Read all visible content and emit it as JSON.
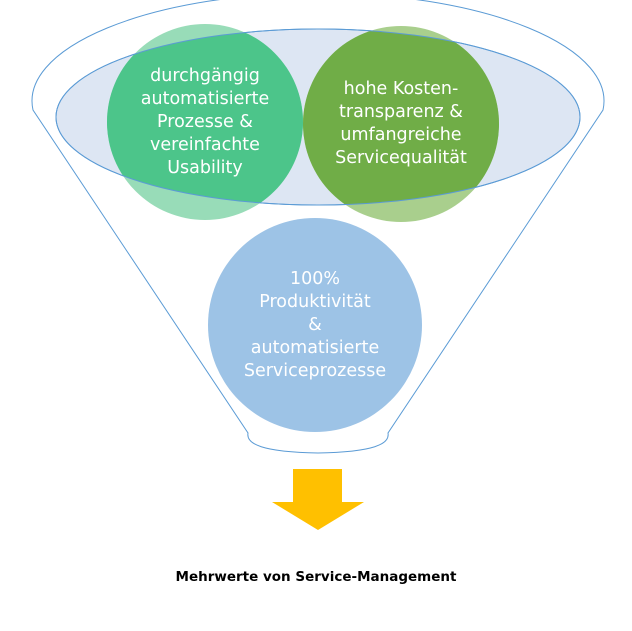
{
  "diagram": {
    "circles": [
      {
        "id": "left",
        "text": "durchgängig\nautomatisierte\nProzesse &\nvereinfachte\nUsability",
        "color": "#4cc58a",
        "color_faded": "#98dcb8"
      },
      {
        "id": "right",
        "text": "hohe Kosten-\ntransparenz &\numfangreiche\nServicequalität",
        "color": "#70ad47",
        "color_faded": "#a9cf8d"
      },
      {
        "id": "bottom",
        "text": "100%\nProduktivität\n&\nautomatisierte\nServiceprozesse",
        "color": "#9dc3e6"
      }
    ],
    "funnel_outline_color": "#5b9bd5",
    "inner_ellipse_fill": "#dde6f3",
    "arrow_color": "#ffc000",
    "caption": "Mehrwerte von Service-Management"
  }
}
